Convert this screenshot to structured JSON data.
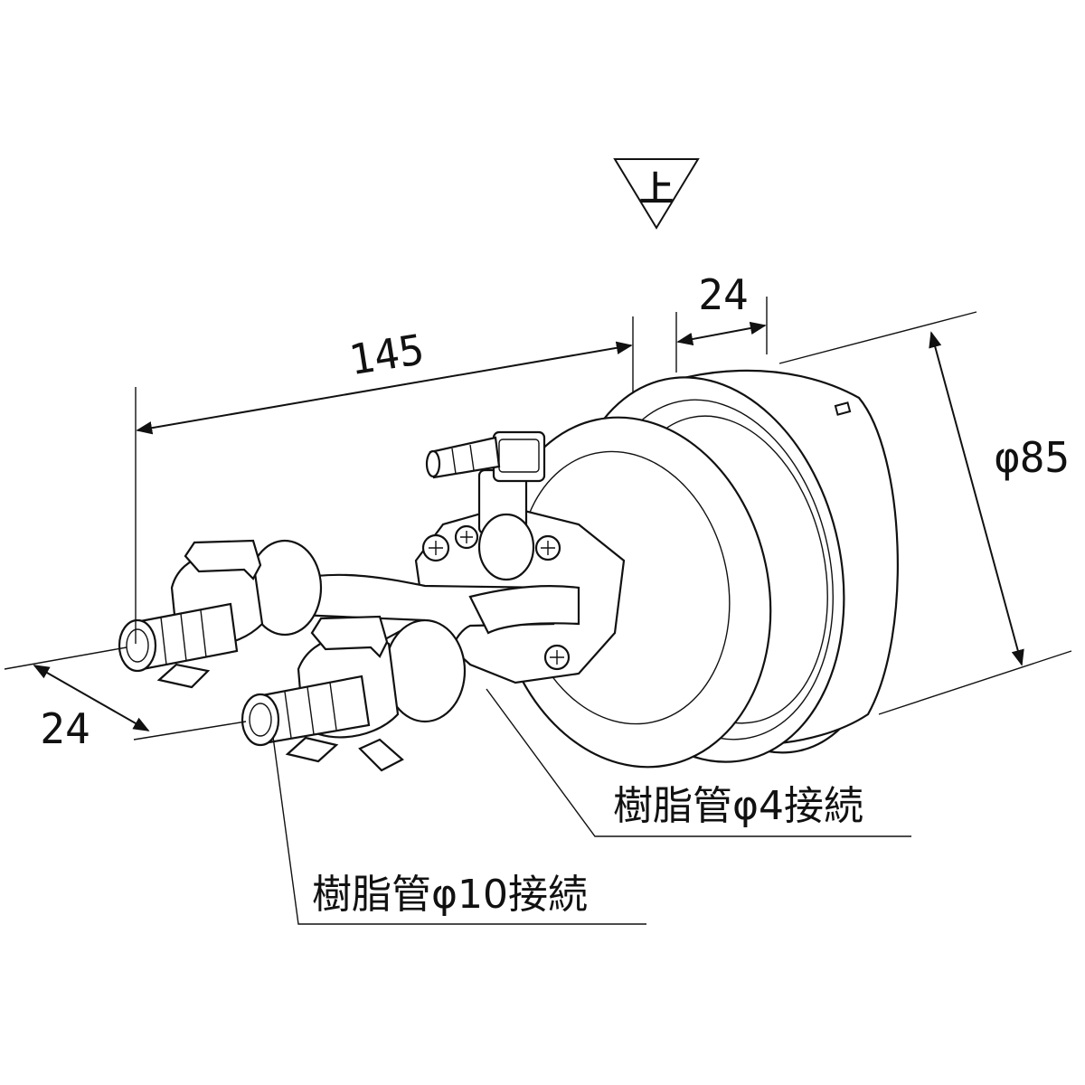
{
  "orientation_mark": "上",
  "dimensions": {
    "length_overall": "145",
    "length_flange": "24",
    "diameter": "φ85",
    "spacing_outlets": "24"
  },
  "callouts": {
    "resin_pipe_4": "樹脂管φ4接続",
    "resin_pipe_10": "樹脂管φ10接続"
  },
  "colors": {
    "line": "#111111",
    "background": "#ffffff"
  }
}
